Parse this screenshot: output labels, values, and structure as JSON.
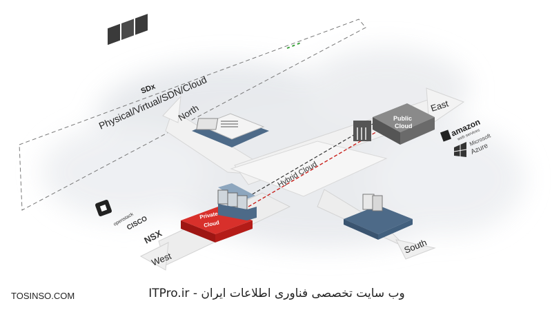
{
  "diagram": {
    "sdx_heading": "SDx",
    "sdx_subtitle": "Physical/Virtual/SDN/Cloud",
    "directions": {
      "north": "North",
      "east": "East",
      "west": "West",
      "south": "South"
    },
    "hybrid_cloud_label": "Hybrid Cloud",
    "public_cloud_label": [
      "Public",
      "Cloud"
    ],
    "private_cloud_label": [
      "Private",
      "Cloud"
    ],
    "logos_left": [
      "openstack",
      "CISCO",
      "NSX"
    ],
    "logos_right": {
      "amazon": [
        "amazon",
        "web services"
      ],
      "azure": [
        "Microsoft",
        "Azure"
      ]
    },
    "colors": {
      "private_cloud": "#c8201c",
      "public_cloud": "#6a6a6a",
      "server_box": "#4d6a88"
    }
  },
  "footer": {
    "left_brand": "TOSINSO.COM",
    "center_text": "ITPro.ir - وب سایت تخصصی فناوری اطلاعات ایران"
  }
}
